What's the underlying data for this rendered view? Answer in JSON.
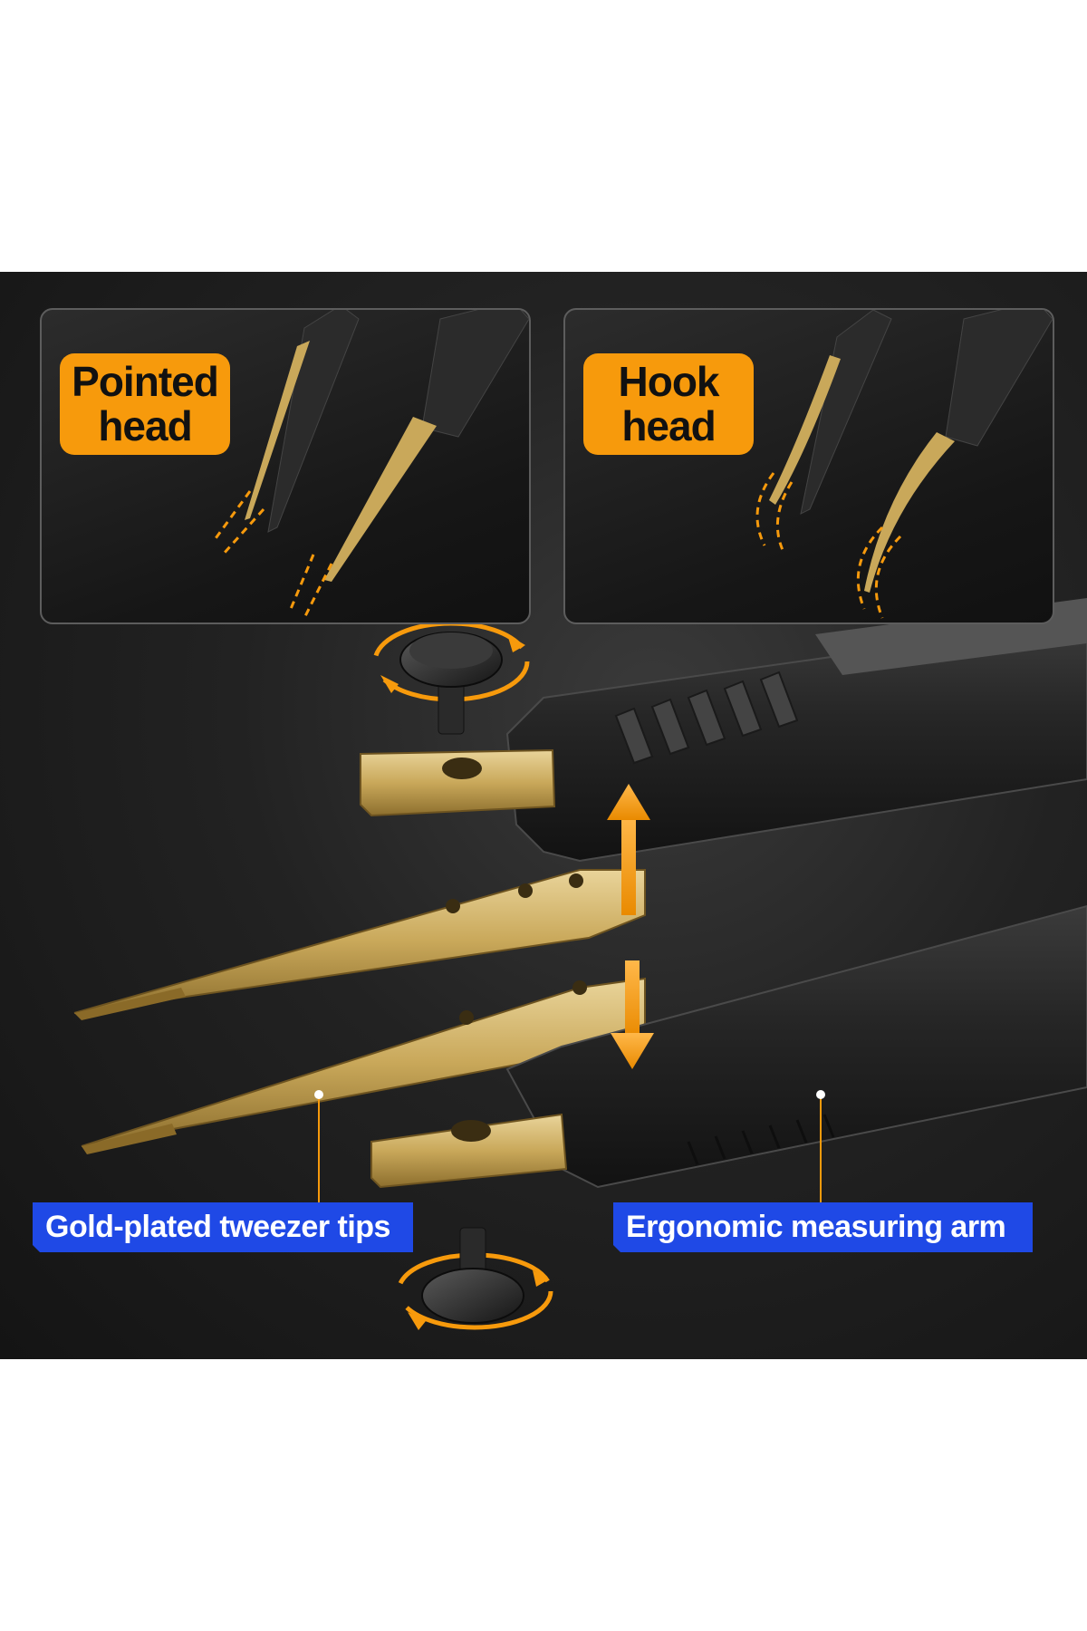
{
  "insets": [
    {
      "title_line1": "Pointed",
      "title_line2": "head"
    },
    {
      "title_line1": "Hook",
      "title_line2": "head"
    }
  ],
  "callouts": {
    "left": "Gold-plated tweezer tips",
    "right": "Ergonomic measuring arm"
  },
  "colors": {
    "accent_orange": "#f79a0c",
    "label_blue": "#1f49e6",
    "gold": "#c9a85a",
    "dark_body": "#1c1c1c"
  },
  "icons": [
    "rotate-knob-icon",
    "arrow-up-icon",
    "arrow-down-icon"
  ]
}
